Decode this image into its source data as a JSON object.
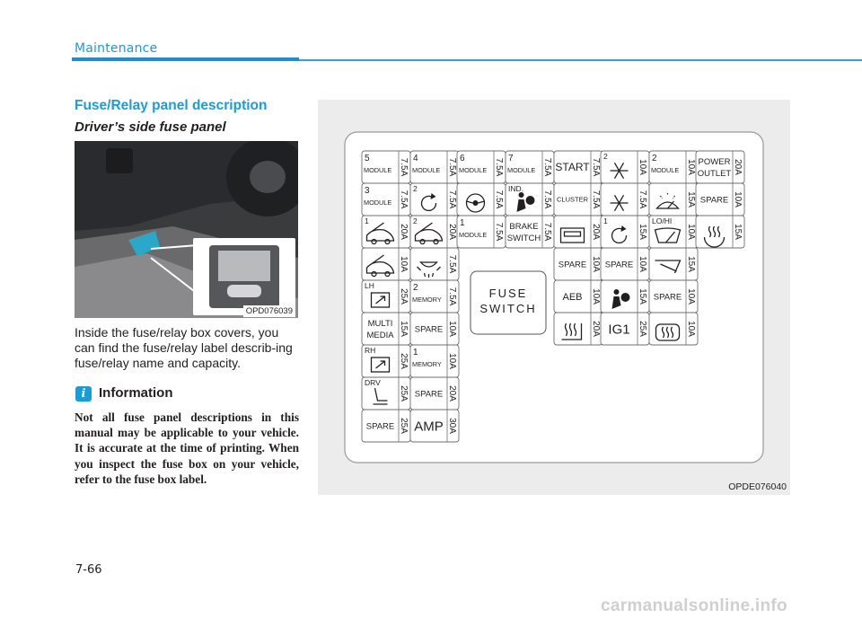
{
  "header": {
    "section": "Maintenance"
  },
  "heading": "Fuse/Relay panel description",
  "subheading": "Driver’s side fuse panel",
  "photo_code": "OPD076039",
  "body_text": "Inside the fuse/relay box covers, you can find the fuse/relay label describ-ing fuse/relay name and capacity.",
  "info": {
    "icon": "i",
    "title": "Information",
    "text": "Not all fuse panel descriptions in this manual may be applicable to your vehicle. It is accurate at the time of printing. When you inspect the fuse box on your vehicle, refer to the fuse box label."
  },
  "panel_code": "OPDE076040",
  "fuse_switch": [
    "FUSE",
    "SWITCH"
  ],
  "fuses": [
    {
      "l1": "5",
      "l2": "MODULE",
      "amp": "7.5A"
    },
    {
      "l1": "3",
      "l2": "MODULE",
      "amp": "7.5A"
    },
    {
      "l1": "1",
      "l2": "",
      "icon": "sunroof",
      "amp": "20A"
    },
    {
      "l1": "",
      "l2": "",
      "icon": "sunroof",
      "amp": "10A"
    },
    {
      "l1": "LH",
      "l2": "",
      "icon": "door-lock",
      "amp": "25A"
    },
    {
      "l1": "MULTI",
      "l2": "MEDIA",
      "amp": "15A"
    },
    {
      "l1": "RH",
      "l2": "",
      "icon": "door-lock",
      "amp": "25A"
    },
    {
      "l1": "DRV",
      "l2": "",
      "icon": "seat",
      "amp": "25A"
    },
    {
      "l1": "SPARE",
      "l2": "",
      "amp": "25A"
    },
    {
      "l1": "4",
      "l2": "MODULE",
      "amp": "7.5A"
    },
    {
      "l1": "2",
      "l2": "",
      "icon": "refresh",
      "amp": "7.5A"
    },
    {
      "l1": "2",
      "l2": "",
      "icon": "sunroof",
      "amp": "20A"
    },
    {
      "l1": "",
      "l2": "",
      "icon": "room-lamp",
      "amp": "7.5A"
    },
    {
      "l1": "2",
      "l2": "MEMORY",
      "amp": "7.5A"
    },
    {
      "l1": "SPARE",
      "l2": "",
      "amp": "10A"
    },
    {
      "l1": "1",
      "l2": "MEMORY",
      "amp": "10A"
    },
    {
      "l1": "SPARE",
      "l2": "",
      "amp": "20A"
    },
    {
      "l1": "AMP",
      "l2": "",
      "amp": "30A"
    },
    {
      "l1": "6",
      "l2": "MODULE",
      "amp": "7.5A"
    },
    {
      "l1": "",
      "l2": "",
      "icon": "steering",
      "amp": "7.5A"
    },
    {
      "l1": "1",
      "l2": "MODULE",
      "amp": "7.5A"
    },
    {
      "l1": "7",
      "l2": "MODULE",
      "amp": "7.5A"
    },
    {
      "l1": "IND.",
      "l2": "",
      "icon": "airbag",
      "amp": "7.5A"
    },
    {
      "l1": "BRAKE",
      "l2": "SWITCH",
      "amp": "7.5A"
    },
    {
      "l1": "START",
      "l2": "",
      "amp": "7.5A"
    },
    {
      "l1": "CLUSTER",
      "l2": "",
      "amp": "7.5A"
    },
    {
      "l1": "",
      "l2": "",
      "icon": "door",
      "amp": "20A"
    },
    {
      "l1": "SPARE",
      "l2": "",
      "amp": "10A"
    },
    {
      "l1": "AEB",
      "l2": "",
      "amp": "10A"
    },
    {
      "l1": "",
      "l2": "",
      "icon": "seat-heater",
      "amp": "20A"
    },
    {
      "l1": "2",
      "l2": "",
      "icon": "snowflake",
      "amp": "10A"
    },
    {
      "l1": "",
      "l2": "",
      "icon": "snowflake",
      "amp": "7.5A"
    },
    {
      "l1": "1",
      "l2": "",
      "icon": "refresh",
      "amp": "15A"
    },
    {
      "l1": "SPARE",
      "l2": "",
      "amp": "10A"
    },
    {
      "l1": "",
      "l2": "",
      "icon": "airbag",
      "amp": "15A"
    },
    {
      "l1": "IG1",
      "l2": "",
      "amp": "25A"
    },
    {
      "l1": "2",
      "l2": "MODULE",
      "amp": "10A"
    },
    {
      "l1": "",
      "l2": "",
      "icon": "washer",
      "amp": "15A"
    },
    {
      "l1": "LO/HI",
      "l2": "",
      "icon": "wiper",
      "amp": "10A"
    },
    {
      "l1": "",
      "l2": "",
      "icon": "rear-wiper",
      "amp": "15A"
    },
    {
      "l1": "SPARE",
      "l2": "",
      "amp": "10A"
    },
    {
      "l1": "",
      "l2": "",
      "icon": "rear-defog",
      "amp": "10A"
    },
    {
      "l1": "POWER",
      "l2": "OUTLET",
      "amp": "20A"
    },
    {
      "l1": "SPARE",
      "l2": "",
      "amp": "10A"
    },
    {
      "l1": "",
      "l2": "",
      "icon": "steering-heater",
      "amp": "15A"
    }
  ],
  "page_number": "7-66",
  "watermark": "carmanualsonline.info"
}
